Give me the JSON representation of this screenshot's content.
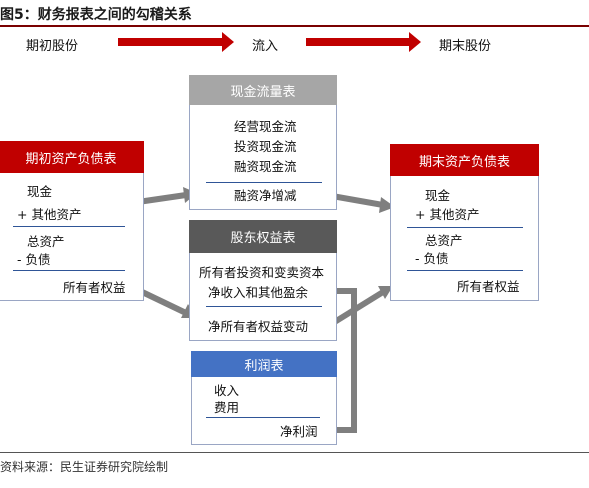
{
  "title": "图5：财务报表之间的勾稽关系",
  "flow": {
    "start": "期初股份",
    "middle": "流入",
    "end": "期末股份"
  },
  "cashflow": {
    "header": "现金流量表",
    "items": [
      "经营现金流",
      "投资现金流",
      "融资现金流"
    ],
    "total": "融资净增减"
  },
  "equity": {
    "header": "股东权益表",
    "items": [
      "所有者投资和变卖资本",
      "净收入和其他盈余"
    ],
    "total": "净所有者权益变动"
  },
  "income": {
    "header": "利润表",
    "items": [
      "收入",
      "费用"
    ],
    "total": "净利润"
  },
  "opening_bs": {
    "header": "期初资产负债表",
    "cash": "现金",
    "other_assets": "+ 其他资产",
    "total_assets": "总资产",
    "liabilities": "-  负债",
    "equity": "所有者权益"
  },
  "closing_bs": {
    "header": "期末资产负债表",
    "cash": "现金",
    "other_assets": "+ 其他资产",
    "total_assets": "总资产",
    "liabilities": "-  负债",
    "equity": "所有者权益"
  },
  "source": "资料来源：民生证券研究院绘制",
  "colors": {
    "title_rule": "#7a0000",
    "flow_arrow": "#c00000",
    "balance_header": "#c00000",
    "cashflow_header": "#a6a6a6",
    "equity_header": "#595959",
    "income_header": "#4472c4",
    "connector": "#7f7f7f",
    "box_border": "#9aa6c4"
  }
}
